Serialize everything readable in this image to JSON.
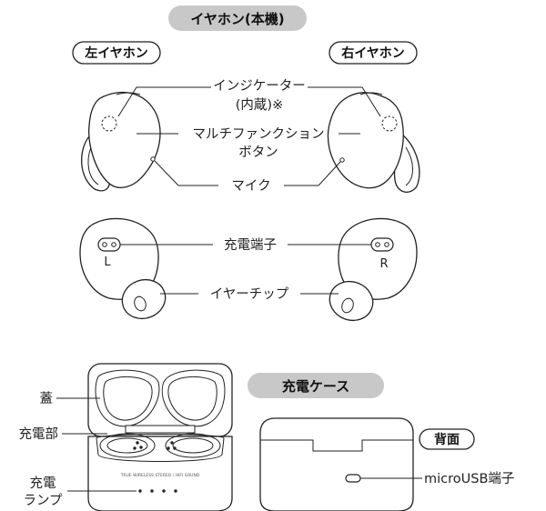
{
  "earphones": {
    "title": "イヤホン(本機)",
    "left_label": "左イヤホン",
    "right_label": "右イヤホン",
    "indicator_line1": "インジケーター",
    "indicator_line2": "(内蔵)※",
    "multifunction_line1": "マルチファンクション",
    "multifunction_line2": "ボタン",
    "mic": "マイク",
    "charging_terminal": "充電端子",
    "eartip": "イヤーチップ",
    "left_mark": "L",
    "right_mark": "R"
  },
  "case": {
    "title": "充電ケース",
    "lid": "蓋",
    "charging_section": "充電部",
    "lamp_line1": "充電",
    "lamp_line2": "ランプ",
    "back_label": "背面",
    "usb_port": "microUSB端子",
    "case_print": "TRUE WIRELESS STEREO / HIFI SOUND"
  },
  "colors": {
    "pill_gray": "#c8c8c8",
    "line": "#222222"
  }
}
